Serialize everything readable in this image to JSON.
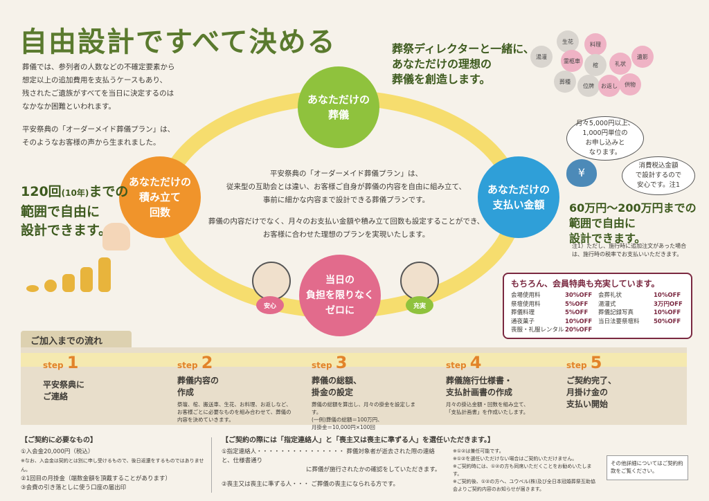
{
  "title": "自由設計ですべて決める",
  "intro": [
    "葬儀では、参列者の人数などの不確定要素から",
    "想定以上の追加費用を支払うケースもあり、",
    "残されたご遺族がすべてを当日に決定するのは",
    "なかなか困難といわれます。",
    "",
    "平安祭典の「オーダーメイド葬儀プラン」は、",
    "そのようなお客様の声から生まれました。"
  ],
  "top_right": [
    "葬祭ディレクターと一緒に、",
    "あなただけの理想の",
    "葬儀を創造します。"
  ],
  "circles": {
    "green": "あなただけの\n葬儀",
    "orange": "あなただけの\n積み立て\n回数",
    "blue": "あなただけの\n支払い金額",
    "pink": "当日の\n負担を限りなく\nゼロに"
  },
  "center_text": [
    "平安祭典の「オーダーメイド葬儀プラン」は、",
    "従来型の互助会とは違い、お客様ご自身が葬儀の内容を自由に組み立て、",
    "事前に細かな内容まで設計できる葬儀プランです。",
    "",
    "葬儀の内容だけでなく、月々のお支払い金額や積み立て回数も設定することができ、",
    "お客様に合わせた理想のプランを実現いたします。"
  ],
  "big_left": {
    "l1": "120回",
    "l1small": "(10年)",
    "l1b": "までの",
    "l2": "範囲で自由に",
    "l3": "設計できます。"
  },
  "bubble1": "月々5,000円以上、\n1,000円単位の\nお申し込みと\nなります。",
  "bubble2": "消費税込金額\nで設計するので\n安心です。注1",
  "big_right": [
    "60万円〜200万円までの",
    "範囲で自由に",
    "設計できます。"
  ],
  "note1": "注1）ただし、施行時に追加注文があった場合は、施行時の税率でお支払いいただきます。",
  "tags": {
    "anshin": "安心",
    "jujitsu": "充実"
  },
  "benefit": {
    "title": "もちろん、会員特典も充実しています。",
    "items": [
      [
        "会場使用料",
        "30%OFF",
        "会葬礼状",
        "10%OFF"
      ],
      [
        "祭壇使用料",
        "5%OFF",
        "湯灌式",
        "3万円OFF"
      ],
      [
        "葬儀料理",
        "5%OFF",
        "葬儀記録写真",
        "10%OFF"
      ],
      [
        "通夜菓子",
        "10%OFF",
        "当日法要祭壇料",
        "50%OFF"
      ],
      [
        "喪服・礼服レンタル",
        "20%OFF",
        "",
        ""
      ]
    ]
  },
  "flow_title": "ご加入までの流れ",
  "steps": [
    {
      "label": "step",
      "num": "1",
      "title": "平安祭典に\nご連絡",
      "desc": ""
    },
    {
      "label": "step",
      "num": "2",
      "title": "葬儀内容の\n作成",
      "desc": "祭壇、棺、搬送車、生花、お料理、お返しなど、お客様ごとに必要なものを組み合わせて、葬儀の内容を決めていきます。"
    },
    {
      "label": "step",
      "num": "3",
      "title": "葬儀の総額、\n掛金の設定",
      "desc": "葬儀の総額を算出し、月々の掛金を設定します。\n(一例)葬儀の総額＝100万円、\n月掛金＝10,000円×100回"
    },
    {
      "label": "step",
      "num": "4",
      "title": "葬儀施行仕様書・\n支払計画書の作成",
      "desc": "月々の掛込金額・回数を組み立て、\n「支払計画書」を作成いたします。"
    },
    {
      "label": "step",
      "num": "5",
      "title": "ご契約完了、\n月掛け金の\n支払い開始",
      "desc": ""
    }
  ],
  "footer_left": {
    "title": "【ご契約に必要なもの】",
    "lines": [
      "①入会金20,000円（税込）",
      "※なお、入会金は契約とは別に申し受けるもので、後日返還をするものではありません。",
      "②1回目の月掛金（端数金額を頂戴することがあります）",
      "③会費の引き落としに使う口座の届出印"
    ]
  },
  "footer_right": {
    "title": "【ご契約の際には「指定連絡人」と「喪主又は喪主に準ずる人」を選任いただきます。】",
    "lines": [
      "①指定連絡人・・・・・・・・・・・・・・・ 葬儀対象者が逝去された際の連絡と、仕様書通り",
      "                                              に葬儀が施行されたかの確認をしていただきます。",
      "",
      "②喪主又は喪主に準ずる人・・・ ご葬儀の喪主になられる方です。"
    ],
    "notes": [
      "※①②は兼任可能です。",
      "※①②を選任いただけない場合はご契約いただけません。",
      "※ご契約時には、①②の方も同席いただくことをお勧めいたします。",
      "※ご契約後、①②の方へ、ユウベル(株)及び全日本冠婚葬祭互助協会よりご契約内容のお知らせが届きます。"
    ]
  },
  "footer_box": "その他詳細についてはご契約約款をご覧ください。",
  "colors": {
    "green": "#8fc23d",
    "orange": "#f0942b",
    "blue": "#2f9fd8",
    "pink": "#e26b8c",
    "accent": "#7a2840"
  }
}
